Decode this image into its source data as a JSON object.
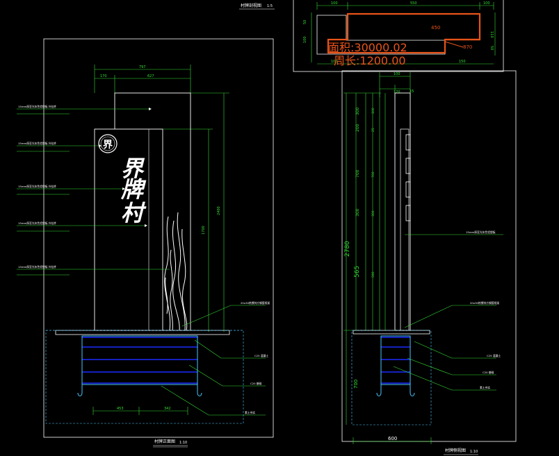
{
  "colors": {
    "background": "#000000",
    "outline": "#ffffff",
    "dimension": "#35e035",
    "rebar": "#1c2cff",
    "foundation": "#49c7ff",
    "highlight": "#e8541a"
  },
  "top_title": "村牌剖视图",
  "top_title_scale": "1:5",
  "top_inset": {
    "dims_top": [
      "100",
      "550",
      "100"
    ],
    "dims_left": [
      "50",
      "100"
    ],
    "dims_right": [
      "110",
      "50"
    ],
    "dims_bottom": [
      "100",
      "150"
    ],
    "label_450": "450",
    "label_870": "870",
    "area_text": "面积:30000.02",
    "perimeter_text": "周长:1200.00"
  },
  "front_view": {
    "dims_top": [
      "797",
      "170",
      "627"
    ],
    "dims_right": [
      "2400",
      "1700"
    ],
    "dims_bottom": [
      "453",
      "342"
    ],
    "sign_text": [
      "界",
      "牌",
      "村"
    ],
    "logo_char": "界",
    "callouts": [
      "15mm厚亚光灰色铝塑板 外挂件",
      "15mm厚亚光灰色铝塑板 外挂件",
      "15mm厚亚光灰色铝塑板 外挂件",
      "15mm厚亚光灰色铝塑板 外挂件",
      "15mm厚亚光灰色铝塑板 外挂件"
    ],
    "base_callouts": [
      "20x30热镀锌方钢管框架",
      "C25 混凝土",
      "C20 基础",
      "素土夯实"
    ],
    "title": "村牌正面图",
    "title_scale": "1:10"
  },
  "side_view": {
    "dims_top": [
      "100",
      "170",
      "15"
    ],
    "dims_left": [
      "2780",
      "700"
    ],
    "dims_left_inner": [
      "300",
      "200",
      "700",
      "300",
      "565"
    ],
    "dims_mid": [
      "100",
      "25",
      "700",
      "300",
      "590"
    ],
    "dims_bottom": [
      "600"
    ],
    "callout_panel": "15mm厚亚光灰色铝塑板",
    "base_callouts": [
      "20x30热镀锌方钢管框架",
      "C25 混凝土",
      "C20 基础",
      "素土夯实"
    ],
    "title": "村牌侧视图",
    "title_scale": "1:10"
  }
}
